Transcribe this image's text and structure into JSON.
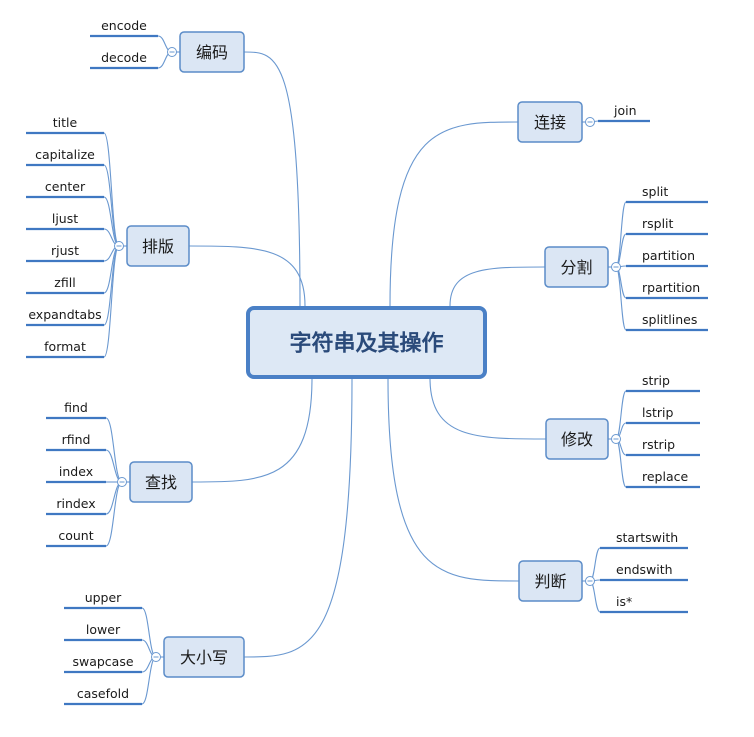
{
  "root": {
    "label": "字符串及其操作"
  },
  "colors": {
    "line": "#6a98d0",
    "underline": "#3f78c2",
    "branch_fill": "#dbe6f4",
    "branch_border": "#5b8cc8",
    "root_fill": "#dde8f5",
    "root_border": "#4a80c6",
    "text": "#1a1a1a"
  },
  "branches": [
    {
      "id": "encoding",
      "label": "编码",
      "side": "left",
      "children": [
        "encode",
        "decode"
      ]
    },
    {
      "id": "layout",
      "label": "排版",
      "side": "left",
      "children": [
        "title",
        "capitalize",
        "center",
        "ljust",
        "rjust",
        "zfill",
        "expandtabs",
        "format"
      ]
    },
    {
      "id": "search",
      "label": "查找",
      "side": "left",
      "children": [
        "find",
        "rfind",
        "index",
        "rindex",
        "count"
      ]
    },
    {
      "id": "case",
      "label": "大小写",
      "side": "left",
      "children": [
        "upper",
        "lower",
        "swapcase",
        "casefold"
      ]
    },
    {
      "id": "join",
      "label": "连接",
      "side": "right",
      "children": [
        "join"
      ]
    },
    {
      "id": "split",
      "label": "分割",
      "side": "right",
      "children": [
        "split",
        "rsplit",
        "partition",
        "rpartition",
        "splitlines"
      ]
    },
    {
      "id": "modify",
      "label": "修改",
      "side": "right",
      "children": [
        "strip",
        "lstrip",
        "rstrip",
        "replace"
      ]
    },
    {
      "id": "judge",
      "label": "判断",
      "side": "right",
      "children": [
        "startswith",
        "endswith",
        "is*"
      ]
    }
  ]
}
